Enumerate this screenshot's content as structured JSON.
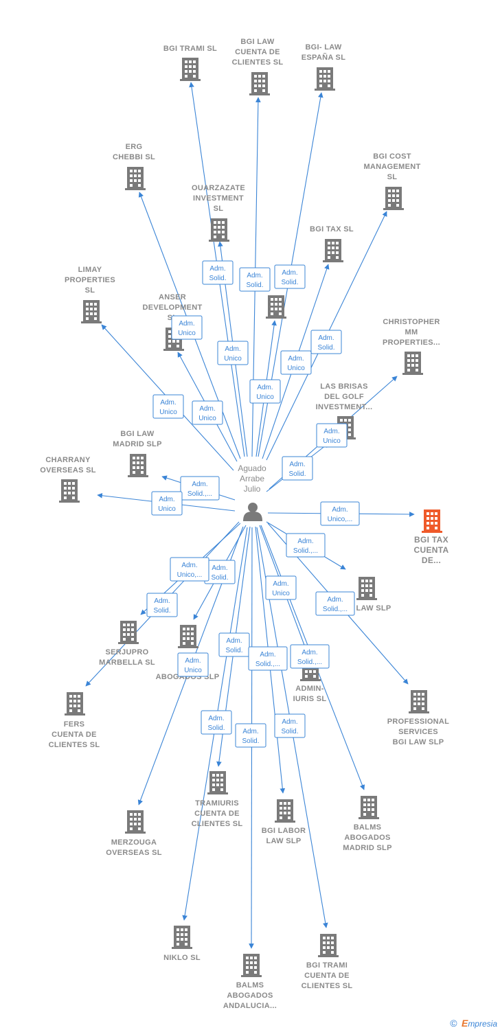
{
  "colors": {
    "edge": "#3a84d6",
    "building": "#7a7a7a",
    "highlight": "#ef5a2a",
    "label": "#8a8a8a",
    "person": "#7a7a7a"
  },
  "center": {
    "label": [
      "Aguado",
      "Arrabe",
      "Julio"
    ],
    "icon": "person-icon"
  },
  "nodes": [
    {
      "id": "bgi-trami-sl",
      "label": [
        "BGI TRAMI  SL"
      ]
    },
    {
      "id": "bgi-law-cuenta-de-clientes-sl",
      "label": [
        "BGI LAW",
        "CUENTA DE",
        "CLIENTES  SL"
      ]
    },
    {
      "id": "bgi-law-espana-sl",
      "label": [
        "BGI- LAW",
        "ESPAÑA  SL"
      ]
    },
    {
      "id": "erg-chebbi-sl",
      "label": [
        "ERG",
        "CHEBBI  SL"
      ]
    },
    {
      "id": "bgi-cost-management-sl",
      "label": [
        "BGI COST",
        "MANAGEMENT",
        "SL"
      ]
    },
    {
      "id": "ouarzazate-investment-sl",
      "label": [
        "OUARZAZATE",
        "INVESTMENT",
        "SL"
      ]
    },
    {
      "id": "bgi-tax-sl",
      "label": [
        "BGI TAX  SL"
      ]
    },
    {
      "id": "hidden-node-1",
      "label": []
    },
    {
      "id": "limay-properties-sl",
      "label": [
        "LIMAY",
        "PROPERTIES",
        "SL"
      ]
    },
    {
      "id": "anser-development-sl",
      "label": [
        "ANSER",
        "DEVELOPMENT",
        "SL"
      ]
    },
    {
      "id": "christopher-mm-properties",
      "label": [
        "CHRISTOPHER",
        "MM",
        "PROPERTIES..."
      ]
    },
    {
      "id": "las-brisas-del-golf-investment",
      "label": [
        "LAS BRISAS",
        "DEL GOLF",
        "INVESTMENT..."
      ]
    },
    {
      "id": "bgi-law-madrid-slp",
      "label": [
        "BGI LAW",
        "MADRID  SLP"
      ]
    },
    {
      "id": "charrany-overseas-sl",
      "label": [
        "CHARRANY",
        "OVERSEAS  SL"
      ]
    },
    {
      "id": "bgi-tax-cuenta-de",
      "label": [
        "BGI TAX",
        "CUENTA",
        "DE..."
      ]
    },
    {
      "id": "bgi-law-slp",
      "label": [
        "LAW  SLP"
      ]
    },
    {
      "id": "serjupro-marbella-sl",
      "label": [
        "SERJUPRO",
        "MARBELLA  SL"
      ]
    },
    {
      "id": "bgi-abogados-slp",
      "label": [
        "B",
        "ABOGADOS  SLP"
      ]
    },
    {
      "id": "admin-iuris-sl",
      "label": [
        "ADMIN-",
        "IURIS  SL"
      ]
    },
    {
      "id": "fers-cuenta-de-clientes-sl",
      "label": [
        "FERS",
        "CUENTA DE",
        "CLIENTES  SL"
      ]
    },
    {
      "id": "professional-services-bgi-law-slp",
      "label": [
        "PROFESSIONAL",
        "SERVICES",
        "BGI LAW  SLP"
      ]
    },
    {
      "id": "tramiuris-cuenta-de-clientes-sl",
      "label": [
        "TRAMIURIS",
        "CUENTA DE",
        "CLIENTES  SL"
      ]
    },
    {
      "id": "bgi-labor-law-slp",
      "label": [
        "BGI LABOR",
        "LAW  SLP"
      ]
    },
    {
      "id": "balms-abogados-madrid-slp",
      "label": [
        "BALMS",
        "ABOGADOS",
        "MADRID SLP"
      ]
    },
    {
      "id": "merzouga-overseas-sl",
      "label": [
        "MERZOUGA",
        "OVERSEAS  SL"
      ]
    },
    {
      "id": "niklo-sl",
      "label": [
        "NIKLO  SL"
      ]
    },
    {
      "id": "balms-abogados-andalucia",
      "label": [
        "BALMS",
        "ABOGADOS",
        "ANDALUCIA..."
      ]
    },
    {
      "id": "bgi-trami-cuenta-de-clientes-sl",
      "label": [
        "BGI TRAMI",
        "CUENTA DE",
        "CLIENTES  SL"
      ]
    }
  ],
  "edges": [
    {
      "to": "bgi-trami-sl",
      "role": [
        "Adm.",
        "Solid."
      ]
    },
    {
      "to": "bgi-law-cuenta-de-clientes-sl",
      "role": [
        "Adm.",
        "Solid."
      ]
    },
    {
      "to": "bgi-law-espana-sl",
      "role": [
        "Adm.",
        "Solid."
      ]
    },
    {
      "to": "erg-chebbi-sl",
      "role": [
        "Adm.",
        "Unico"
      ]
    },
    {
      "to": "bgi-cost-management-sl",
      "role": [
        "Adm.",
        "Solid."
      ]
    },
    {
      "to": "ouarzazate-investment-sl",
      "role": [
        "Adm.",
        "Unico"
      ]
    },
    {
      "to": "bgi-tax-sl",
      "role": [
        "Adm.",
        "Unico"
      ]
    },
    {
      "to": "hidden-node-1",
      "role": [
        "Adm.",
        "Unico"
      ]
    },
    {
      "to": "limay-properties-sl",
      "role": [
        "Adm.",
        "Unico"
      ]
    },
    {
      "to": "anser-development-sl",
      "role": [
        "Adm.",
        "Unico"
      ]
    },
    {
      "to": "christopher-mm-properties",
      "role": [
        "Adm.",
        "Unico"
      ]
    },
    {
      "to": "las-brisas-del-golf-investment",
      "role": [
        "Adm.",
        "Solid."
      ]
    },
    {
      "to": "bgi-law-madrid-slp",
      "role": [
        "Adm.",
        "Solid.,..."
      ]
    },
    {
      "to": "charrany-overseas-sl",
      "role": [
        "Adm.",
        "Unico"
      ]
    },
    {
      "to": "bgi-tax-cuenta-de",
      "role": [
        "Adm.",
        "Unico,..."
      ]
    },
    {
      "to": "bgi-law-slp",
      "role": [
        "Adm.",
        "Solid.,..."
      ]
    },
    {
      "to": "serjupro-marbella-sl",
      "role": [
        "Adm.",
        "Solid."
      ]
    },
    {
      "to": "bgi-abogados-slp",
      "role": [
        "Adm.",
        "Solid."
      ]
    },
    {
      "to": "admin-iuris-sl",
      "role": [
        "Adm.",
        "Unico"
      ]
    },
    {
      "to": "fers-cuenta-de-clientes-sl",
      "role": [
        "Adm.",
        "Unico,..."
      ]
    },
    {
      "to": "professional-services-bgi-law-slp",
      "role": [
        "Adm.",
        "Solid.,..."
      ]
    },
    {
      "to": "tramiuris-cuenta-de-clientes-sl",
      "role": [
        "Adm.",
        "Solid."
      ]
    },
    {
      "to": "bgi-labor-law-slp",
      "role": [
        "Adm.",
        "Solid.,..."
      ]
    },
    {
      "to": "balms-abogados-madrid-slp",
      "role": [
        "Adm.",
        "Solid.,..."
      ]
    },
    {
      "to": "merzouga-overseas-sl",
      "role": [
        "Adm.",
        "Unico"
      ]
    },
    {
      "to": "niklo-sl",
      "role": [
        "Adm.",
        "Solid."
      ]
    },
    {
      "to": "balms-abogados-andalucia",
      "role": [
        "Adm.",
        "Solid."
      ]
    },
    {
      "to": "bgi-trami-cuenta-de-clientes-sl",
      "role": [
        "Adm.",
        "Solid."
      ]
    }
  ],
  "brand": {
    "copyright": "©",
    "first_letter": "E",
    "rest": "mpresia"
  }
}
